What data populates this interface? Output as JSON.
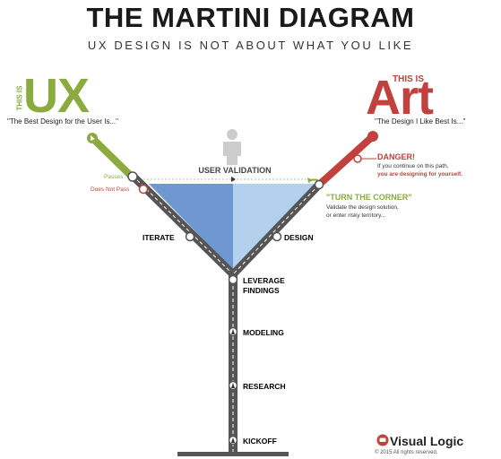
{
  "header": {
    "title": "THE MARTINI DIAGRAM",
    "subtitle": "UX DESIGN IS NOT ABOUT WHAT YOU LIKE"
  },
  "ux": {
    "this_is": "THIS IS",
    "big": "UX",
    "quote": "\"The Best Design for the User Is...\"",
    "color": "#8bab3e"
  },
  "art": {
    "this_is": "THIS IS",
    "big": "Art",
    "quote": "\"The Design I Like Best Is...\"",
    "color": "#c0413d"
  },
  "labels": {
    "user_validation": "USER VALIDATION",
    "passes": "Passes",
    "does_not_pass": "Does Not Pass",
    "iterate": "ITERATE",
    "design": "DESIGN",
    "leverage_1": "LEVERAGE",
    "leverage_2": "FINDINGS",
    "modeling": "MODELING",
    "research": "RESEARCH",
    "kickoff": "KICKOFF"
  },
  "danger": {
    "heading": "DANGER!",
    "line1": "If you continue on this path,",
    "line2": "you are designing for yourself."
  },
  "turn": {
    "heading": "\"TURN THE CORNER\"",
    "line1": "Validate the design solution,",
    "line2": "or enter risky territory..."
  },
  "footer": {
    "brand": "Visual Logic",
    "copyright": "© 2015 All rights reserved."
  },
  "colors": {
    "glass_left": "#6f97d1",
    "glass_right": "#b3d1ec",
    "road": "#555555",
    "green": "#8bab3e",
    "red": "#c0413d"
  }
}
